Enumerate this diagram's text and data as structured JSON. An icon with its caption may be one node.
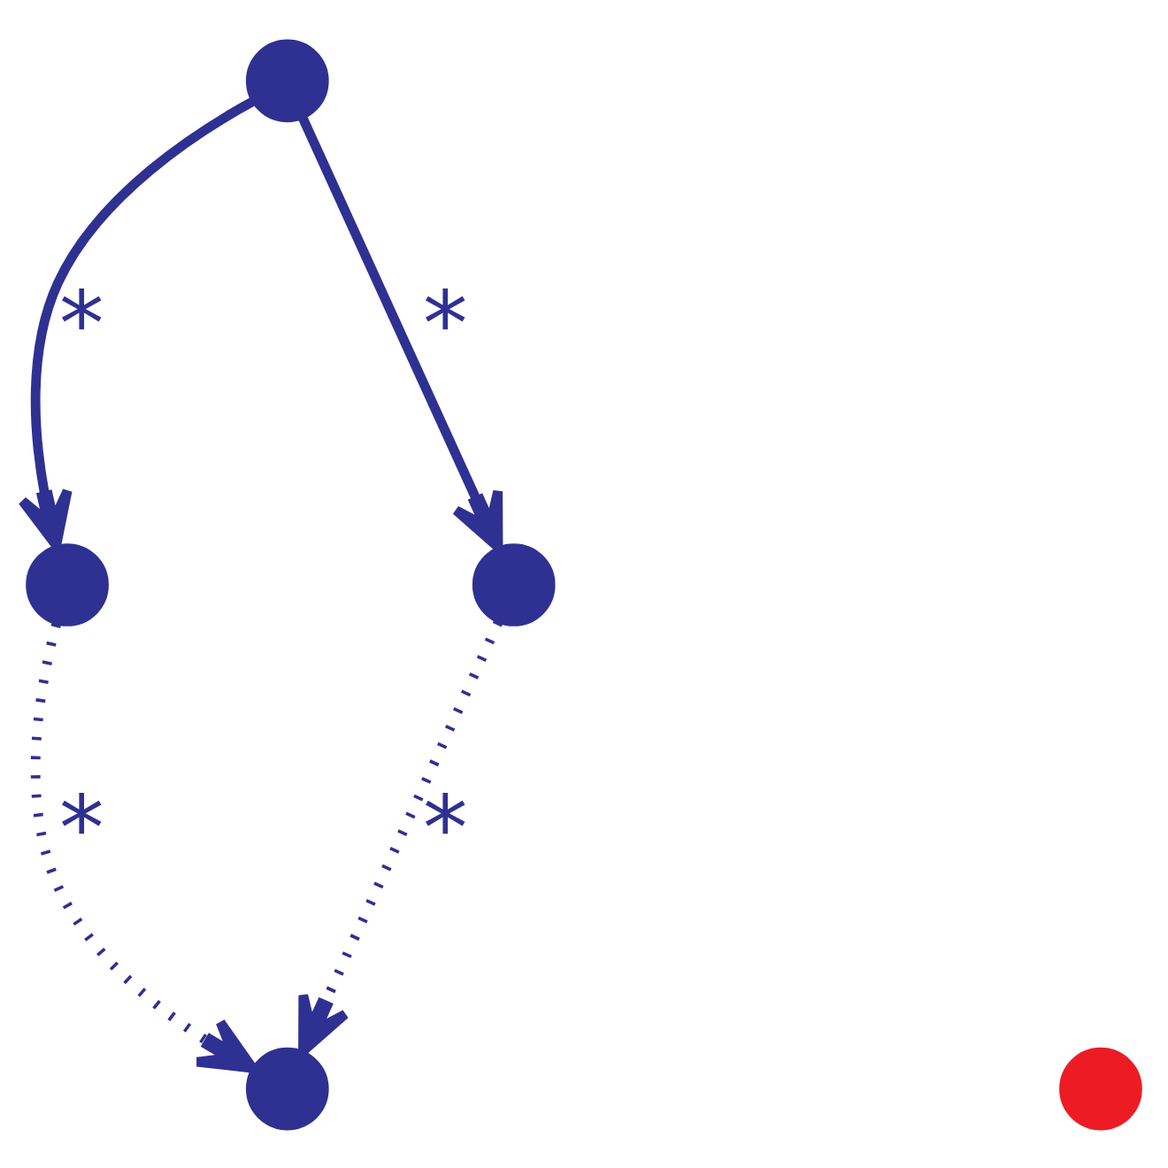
{
  "diagram": {
    "nodes": [
      {
        "text": [],
        "shape": "circle"
      },
      {
        "text": [],
        "shape": "circle"
      },
      {
        "text": [],
        "shape": "circle"
      },
      {
        "text": [],
        "shape": "circle"
      },
      {
        "text": [],
        "shape": "circle"
      }
    ],
    "edges": [
      {
        "from": 0,
        "to": 1,
        "arrow": "to",
        "label": "*"
      },
      {
        "from": 0,
        "to": 2,
        "arrow": "to",
        "label": "*"
      },
      {
        "from": 1,
        "to": 3,
        "arrow": "to",
        "label": "*",
        "style": "dashed"
      },
      {
        "from": 2,
        "to": 3,
        "arrow": "to",
        "label": "*",
        "style": "dashed"
      }
    ]
  }
}
